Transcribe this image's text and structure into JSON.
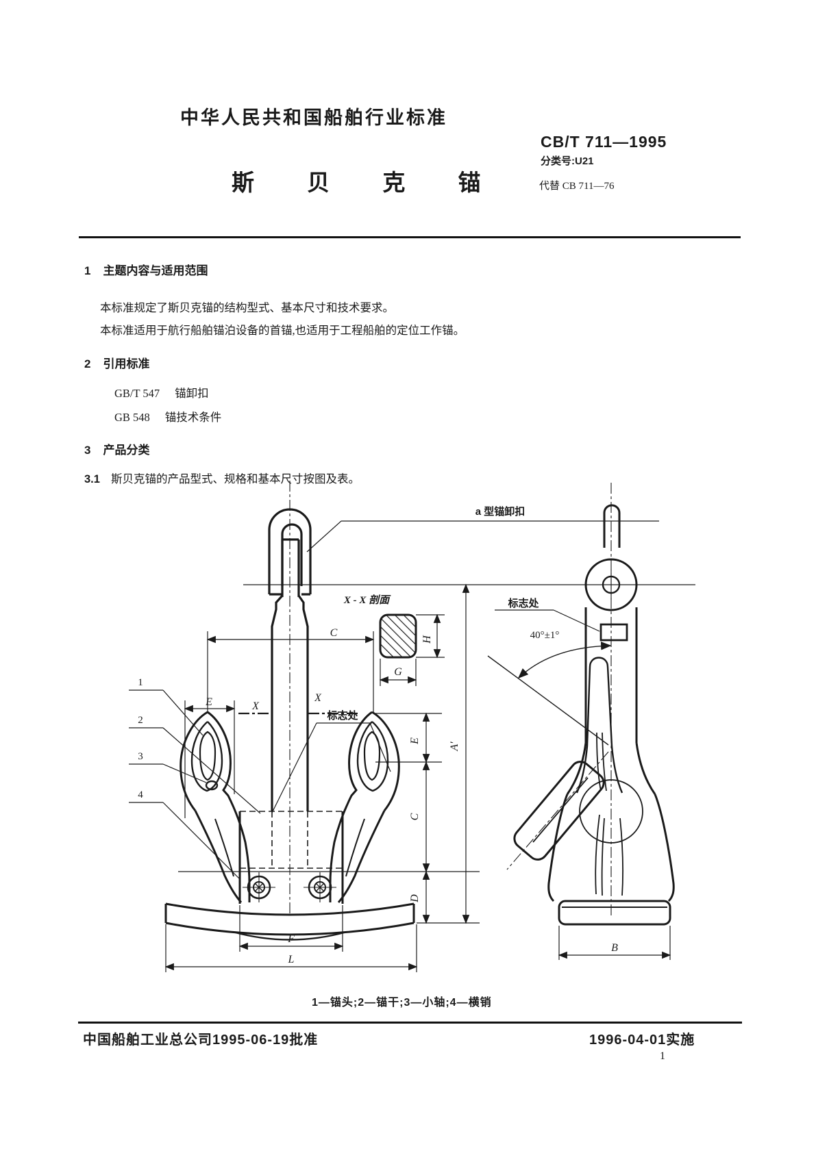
{
  "header": {
    "industry_title": "中华人民共和国船舶行业标准",
    "standard_code": "CB/T 711—1995",
    "classification": "分类号:U21",
    "replaces": "代替 CB 711—76",
    "doc_title": "斯 贝 克 锚"
  },
  "body": {
    "s1_num": "1",
    "s1_heading": "主题内容与适用范围",
    "s1_para1": "本标准规定了斯贝克锚的结构型式、基本尺寸和技术要求。",
    "s1_para2": "本标准适用于航行船舶锚泊设备的首锚,也适用于工程船舶的定位工作锚。",
    "s2_num": "2",
    "s2_heading": "引用标准",
    "s2_ref1_code": "GB/T 547",
    "s2_ref1_name": "锚卸扣",
    "s2_ref2_code": "GB 548",
    "s2_ref2_name": "锚技术条件",
    "s3_num": "3",
    "s3_heading": "产品分类",
    "s31_num": "3.1",
    "s31_text": "斯贝克锚的产品型式、规格和基本尺寸按图及表。"
  },
  "figure": {
    "shackle_note": "a 型锚卸扣",
    "section_title": "X - X 剖面",
    "mark_front": "标志处",
    "mark_side": "标志处",
    "angle": "40°±1°",
    "dim_A": "A′",
    "dim_B": "B",
    "dim_C_h": "C",
    "dim_C_v": "C",
    "dim_D": "D",
    "dim_E_left": "E",
    "dim_E_right": "E",
    "dim_F": "F",
    "dim_G": "G",
    "dim_H": "H",
    "dim_L": "L",
    "x_left": "X",
    "x_right": "X",
    "part_1": "1",
    "part_2": "2",
    "part_3": "3",
    "part_4": "4",
    "caption": "1—锚头;2—锚干;3—小轴;4—横销"
  },
  "footer": {
    "approval": "中国船舶工业总公司1995-06-19批准",
    "implementation": "1996-04-01实施",
    "page_number": "1"
  }
}
